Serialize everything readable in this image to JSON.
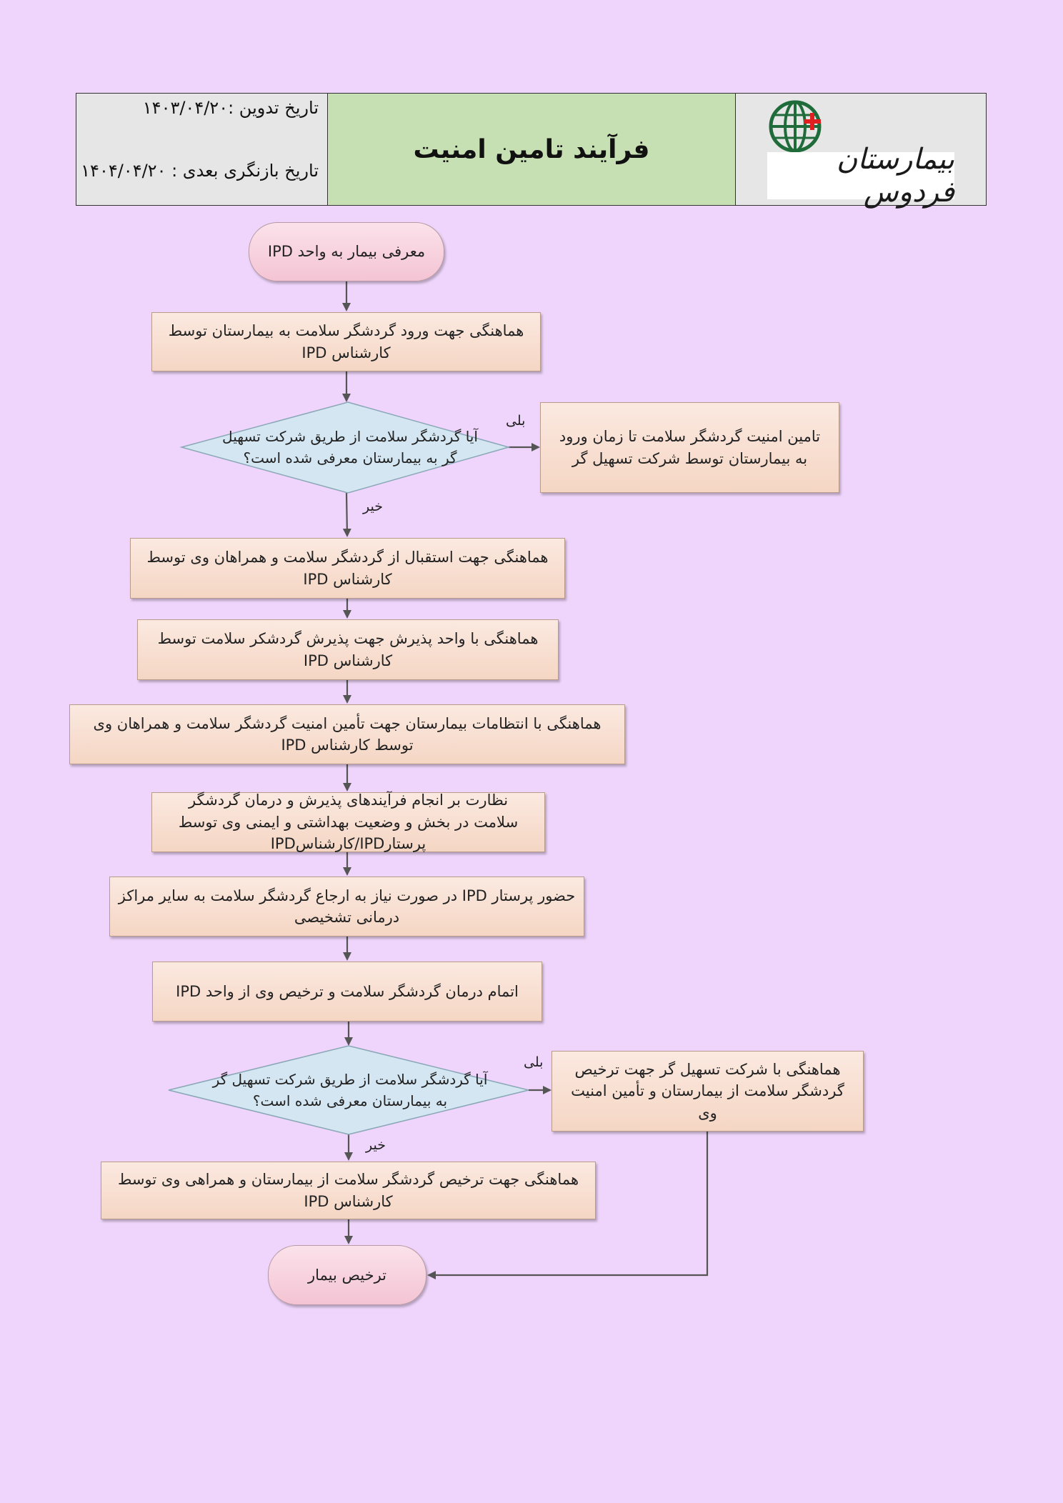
{
  "header": {
    "title": "فرآیند تامین امنیت",
    "date_written": "تاریخ تدوین :۱۴۰۳/۰۴/۲۰",
    "date_review": "تاریخ بازنگری بعدی : ۱۴۰۴/۰۴/۲۰",
    "logo_text": "بیمارستان فردوس"
  },
  "flow": {
    "start": "معرفی بیمار به واحد IPD",
    "step1": "هماهنگی جهت ورود گردشگر سلامت به بیمارستان توسط کارشناس IPD",
    "decision1": "آیا گردشگر سلامت از طریق شرکت تسهیل گر به بیمارستان معرفی شده است؟",
    "decision1_yes_label": "بلی",
    "decision1_no_label": "خیر",
    "yes1_box": "تامین امنیت گردشگر سلامت تا زمان ورود به بیمارستان توسط شرکت تسهیل گر",
    "step2": "هماهنگی جهت استقبال از گردشگر سلامت و همراهان وی توسط کارشناس IPD",
    "step3": "هماهنگی با واحد پذیرش  جهت پذیرش گردشکر سلامت توسط کارشناس IPD",
    "step4": "هماهنگی با انتظامات بیمارستان جهت تأمین امنیت گردشگر سلامت و همراهان وی توسط کارشناس IPD",
    "step5": "نظارت بر انجام فرآیندهای پذیرش و درمان گردشگر سلامت در بخش و وضعیت بهداشتی و ایمنی وی توسط پرستارIPD/کارشناسIPD",
    "step6": "حضور پرستار IPD در صورت نیاز به ارجاع گردشگر سلامت به سایر مراکز درمانی تشخیصی",
    "step7": "اتمام درمان گردشگر سلامت و ترخیص وی از واحد IPD",
    "decision2": "آیا گردشگر سلامت از طریق شرکت تسهیل گر به بیمارستان معرفی شده است؟",
    "decision2_yes_label": "بلی",
    "decision2_no_label": "خیر",
    "yes2_box": "هماهنگی با شرکت تسهیل گر جهت ترخیص گردشگر سلامت از بیمارستان و تأمین امنیت وی",
    "step8": "هماهنگی جهت ترخیص گردشگر سلامت از بیمارستان و همراهی وی توسط کارشناس IPD",
    "end": "ترخیص بیمار"
  },
  "colors": {
    "background": "#efd5fb",
    "header_title_bg": "#c6e0b4",
    "process_fill": "#f5d6c4",
    "terminal_fill": "#f4c4d4",
    "decision_fill": "#d0e4f0",
    "arrow": "#555555"
  }
}
